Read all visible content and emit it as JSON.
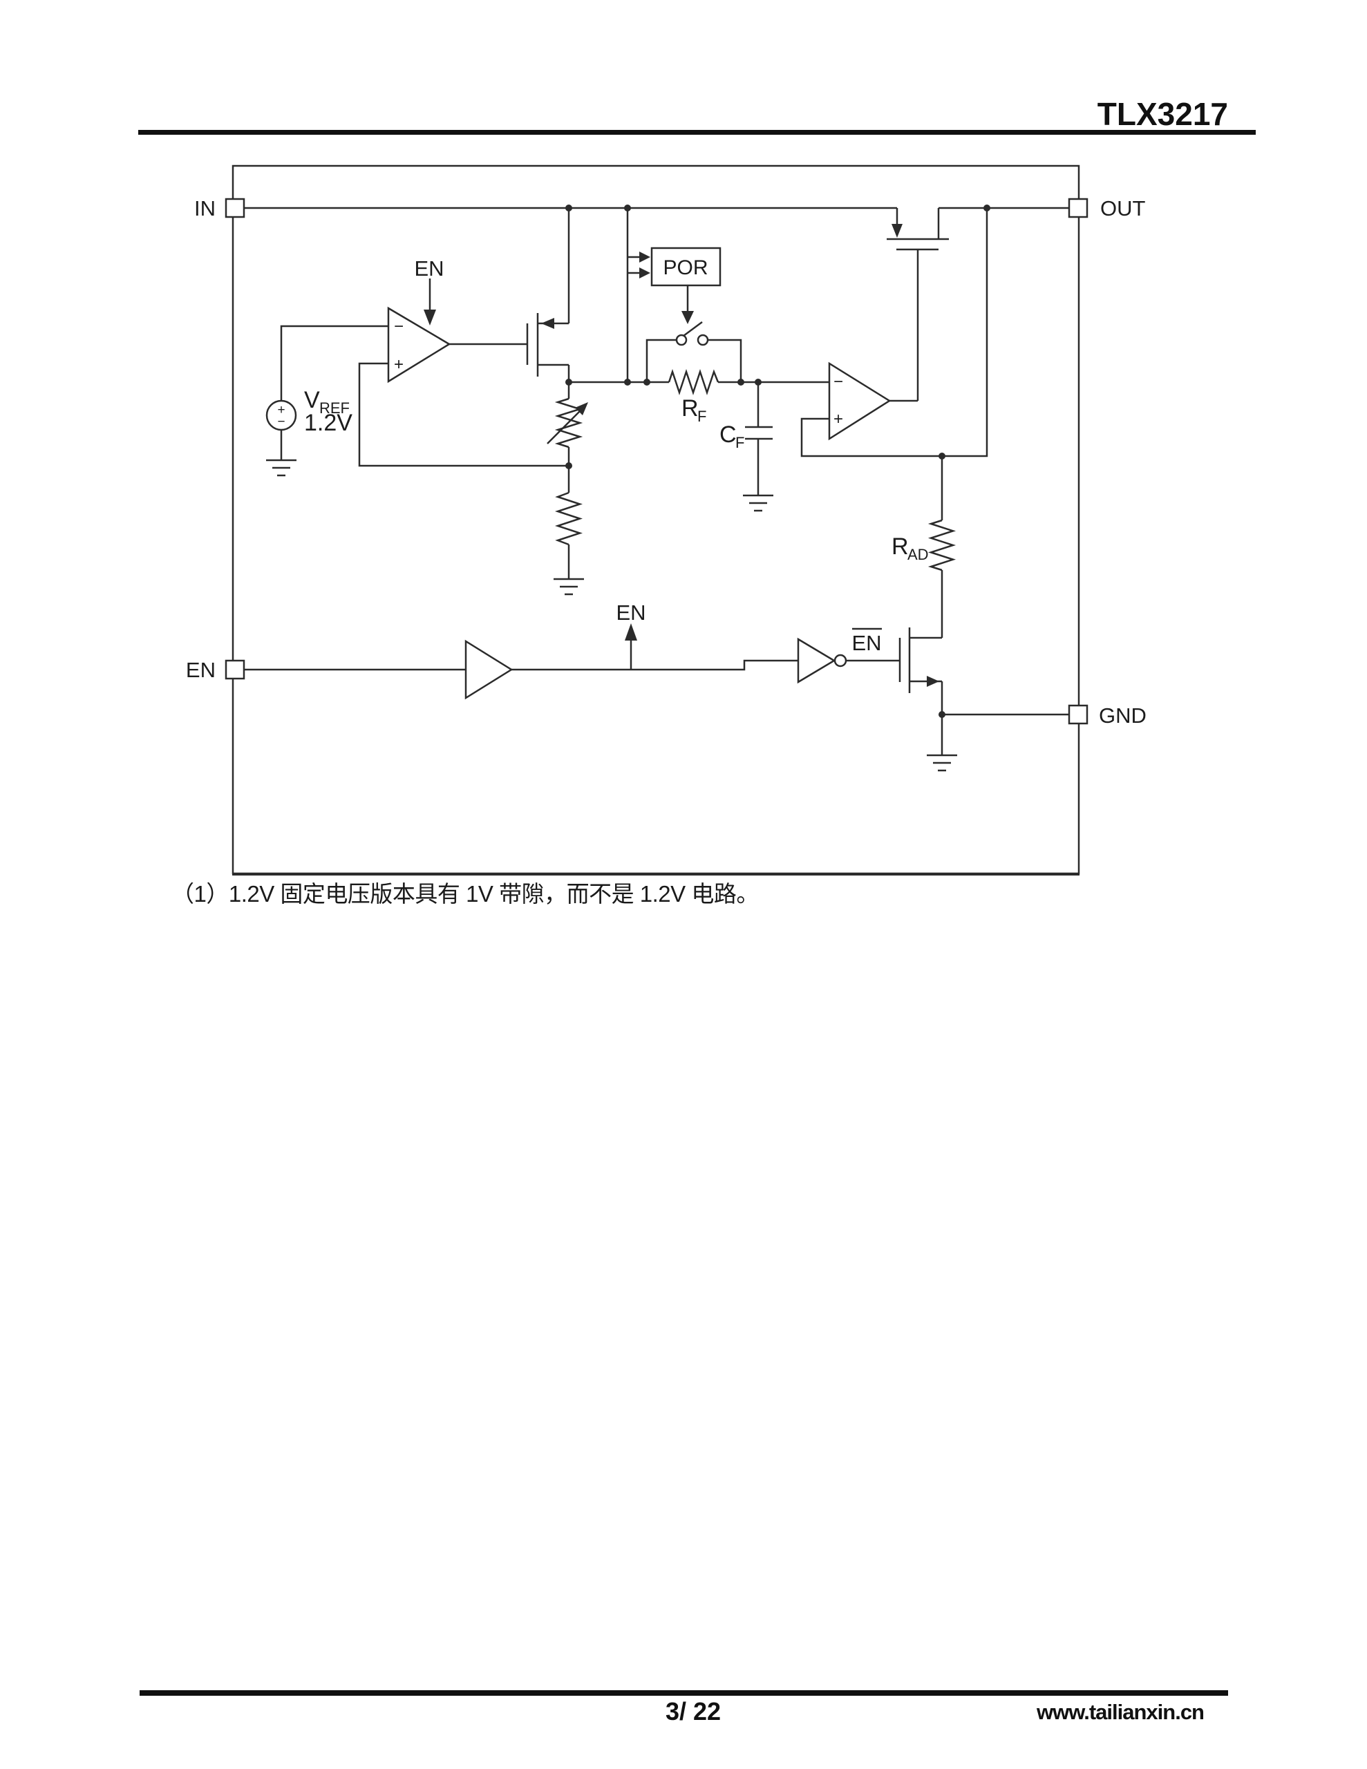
{
  "header": {
    "title": "TLX3217"
  },
  "circuit": {
    "pins": {
      "in": "IN",
      "out": "OUT",
      "en": "EN",
      "gnd": "GND"
    },
    "labels": {
      "en_top": "EN",
      "en_bottom": "EN",
      "en_inverted": "EN",
      "por": "POR",
      "vref_base": "V",
      "vref_sub": "REF",
      "vref_value": "1.2V",
      "rf_base": "R",
      "rf_sub": "F",
      "cf_base": "C",
      "cf_sub": "F",
      "rad_base": "R",
      "rad_sub": "AD",
      "opamp_minus": "−",
      "opamp_plus": "+",
      "source_plus": "+",
      "source_minus": "−"
    }
  },
  "footnote": "（1）1.2V 固定电压版本具有 1V 带隙，而不是 1.2V 电路。",
  "footer": {
    "page": "3/ 22",
    "site": "www.tailianxin.cn"
  }
}
